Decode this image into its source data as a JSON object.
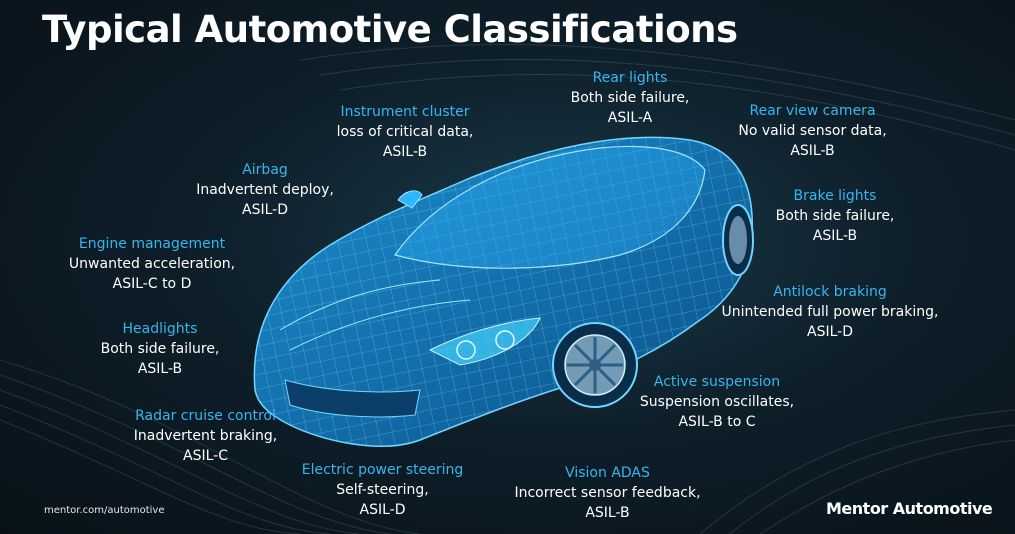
{
  "slide": {
    "title": "Typical Automotive Classifications",
    "footer_url": "mentor.com/automotive",
    "brand": "Mentor Automotive"
  },
  "labels": [
    {
      "id": "rear-lights",
      "heading": "Rear lights",
      "line1": "Both side failure,",
      "line2": "ASIL-A"
    },
    {
      "id": "instrument-cluster",
      "heading": "Instrument cluster",
      "line1": "loss of critical data,",
      "line2": "ASIL-B"
    },
    {
      "id": "rear-view-camera",
      "heading": "Rear view camera",
      "line1": "No valid sensor data,",
      "line2": "ASIL-B"
    },
    {
      "id": "airbag",
      "heading": "Airbag",
      "line1": "Inadvertent deploy,",
      "line2": "ASIL-D"
    },
    {
      "id": "brake-lights",
      "heading": "Brake lights",
      "line1": "Both side failure,",
      "line2": "ASIL-B"
    },
    {
      "id": "engine-management",
      "heading": "Engine management",
      "line1": "Unwanted acceleration,",
      "line2": "ASIL-C to D"
    },
    {
      "id": "antilock-braking",
      "heading": "Antilock braking",
      "line1": "Unintended full power braking,",
      "line2": "ASIL-D"
    },
    {
      "id": "headlights",
      "heading": "Headlights",
      "line1": "Both side failure,",
      "line2": "ASIL-B"
    },
    {
      "id": "active-suspension",
      "heading": "Active suspension",
      "line1": "Suspension oscillates,",
      "line2": "ASIL-B to C"
    },
    {
      "id": "radar-cruise-control",
      "heading": "Radar cruise control",
      "line1": "Inadvertent braking,",
      "line2": "ASIL-C"
    },
    {
      "id": "electric-power-steering",
      "heading": "Electric power steering",
      "line1": "Self-steering,",
      "line2": "ASIL-D"
    },
    {
      "id": "vision-adas",
      "heading": "Vision ADAS",
      "line1": "Incorrect sensor feedback,",
      "line2": "ASIL-B"
    }
  ],
  "colors": {
    "heading": "#35b6ee",
    "body_text": "#ffffff",
    "car_wire": "#3fc4ff"
  }
}
